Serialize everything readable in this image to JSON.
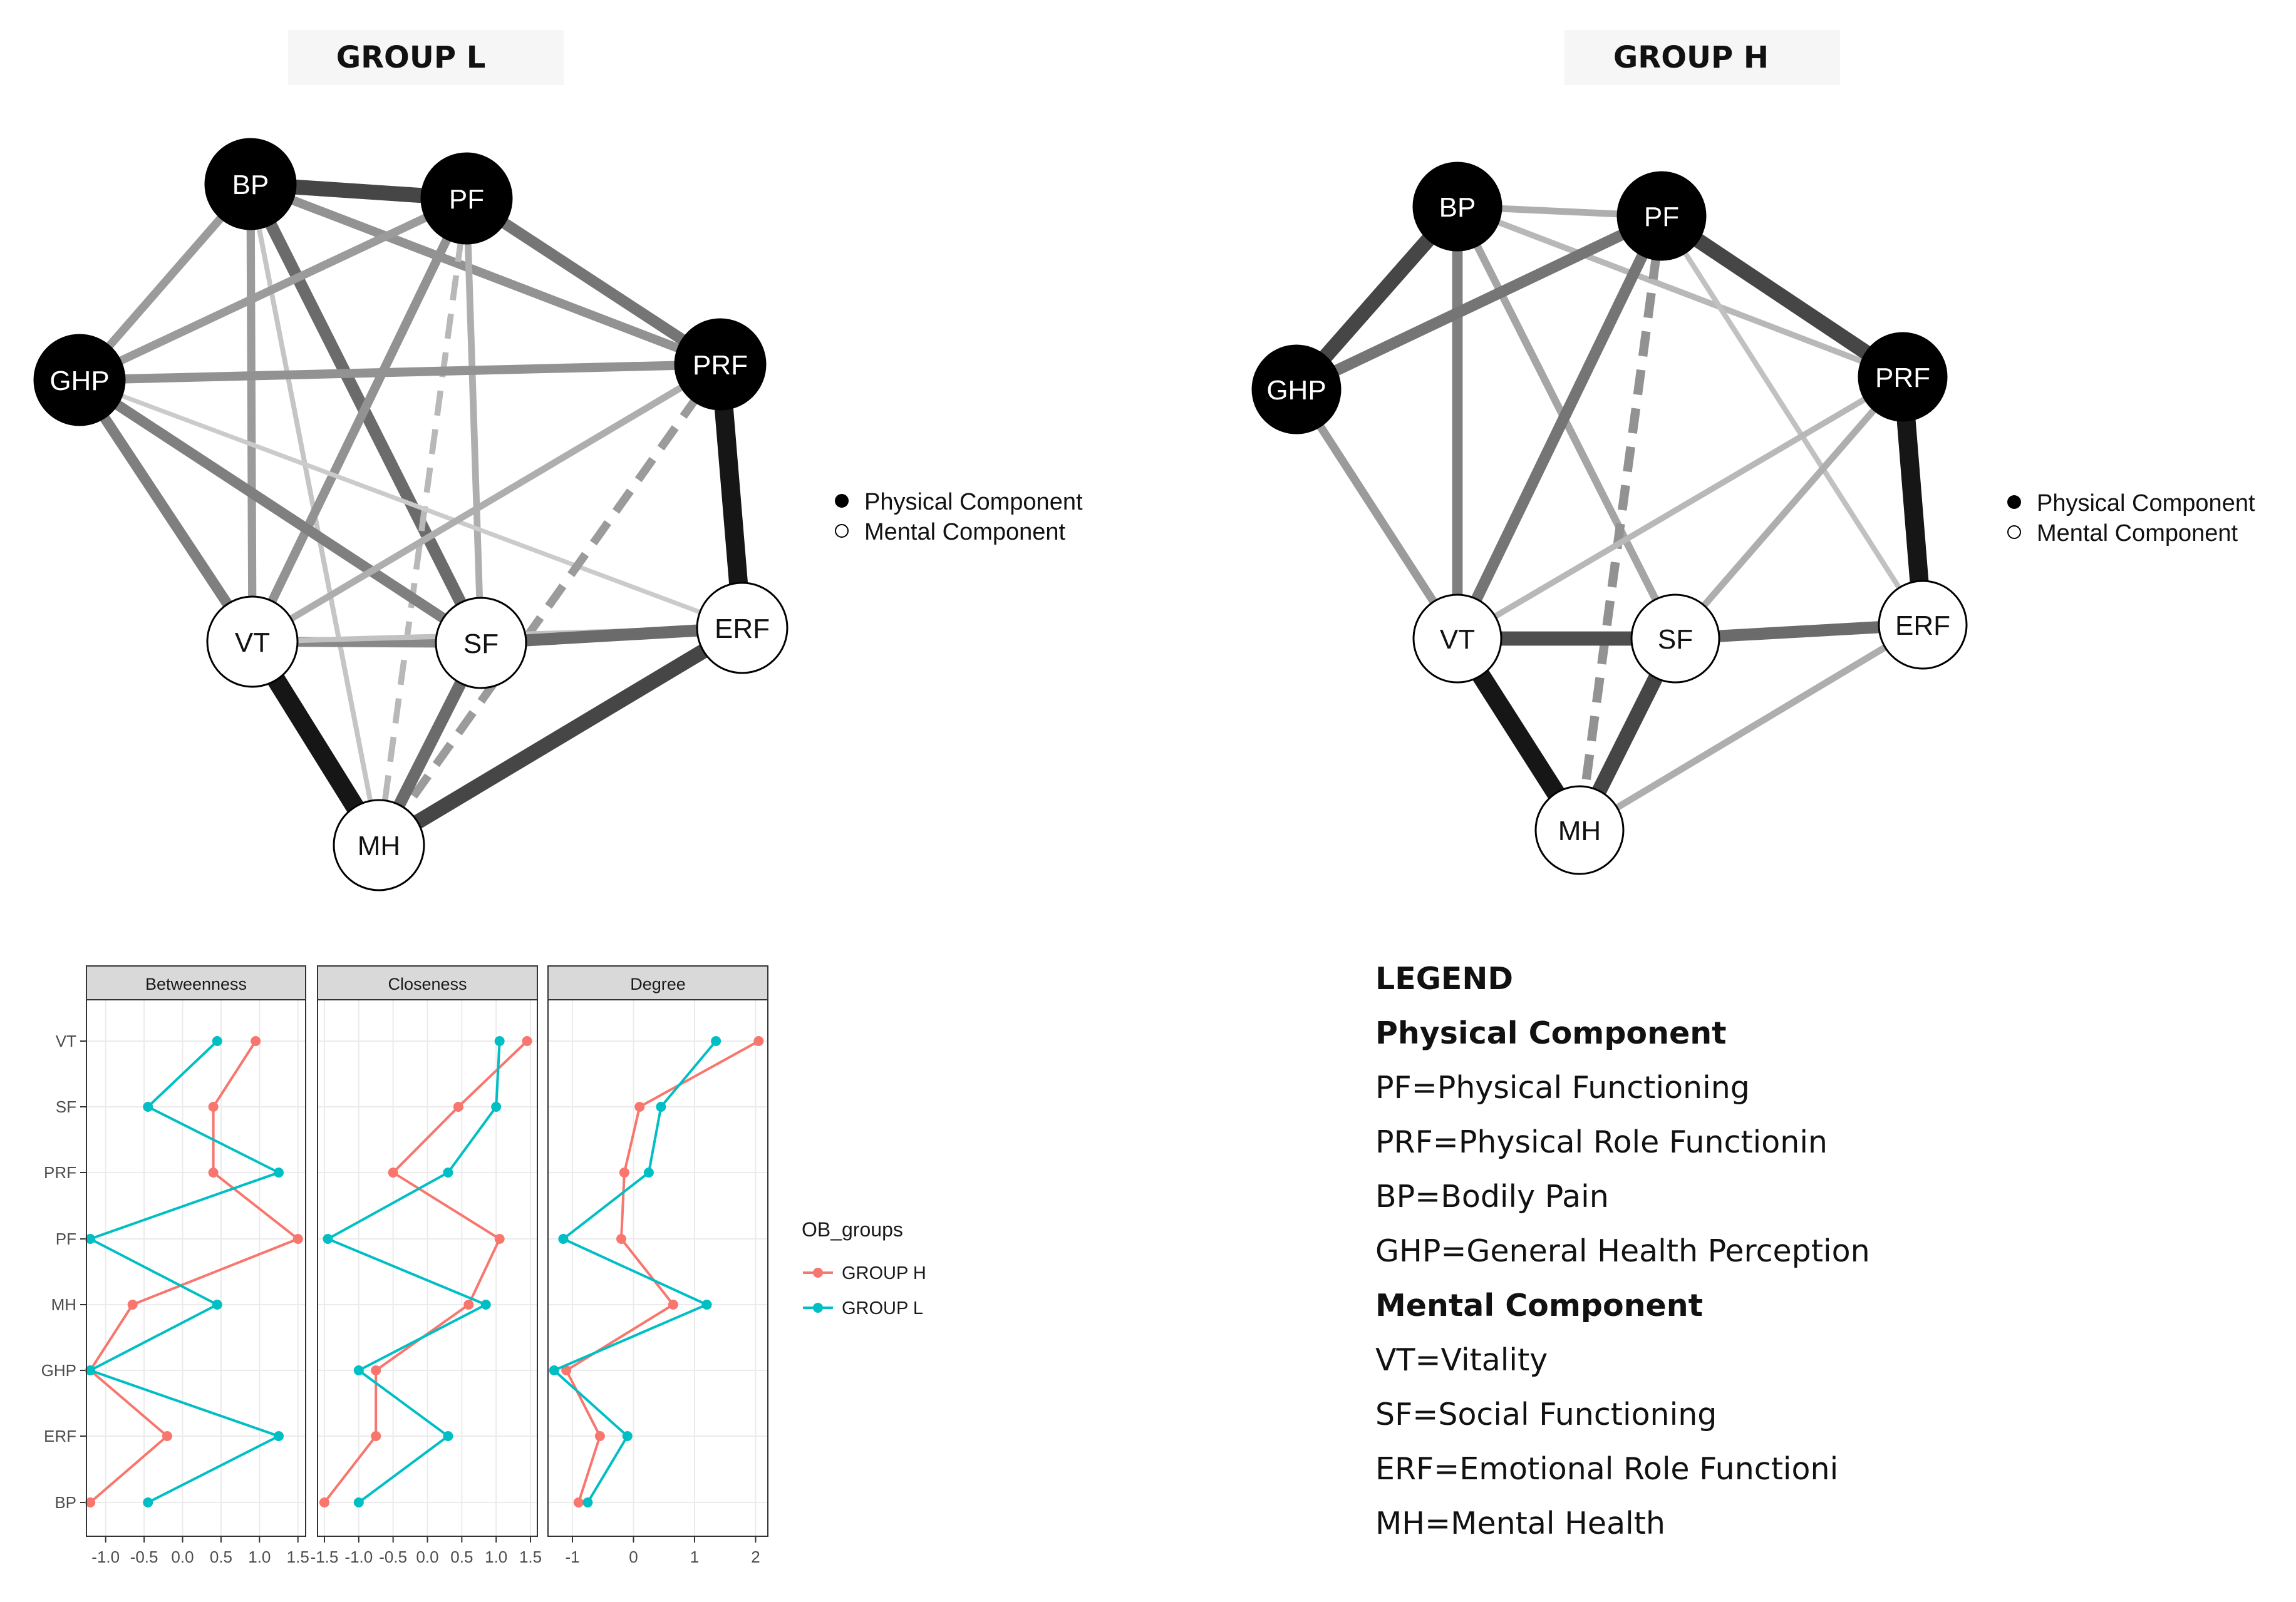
{
  "networks": [
    {
      "title": "GROUP L",
      "nodes": [
        {
          "id": "BP",
          "component": "Physical"
        },
        {
          "id": "PF",
          "component": "Physical"
        },
        {
          "id": "GHP",
          "component": "Physical"
        },
        {
          "id": "PRF",
          "component": "Physical"
        },
        {
          "id": "VT",
          "component": "Mental"
        },
        {
          "id": "SF",
          "component": "Mental"
        },
        {
          "id": "ERF",
          "component": "Mental"
        },
        {
          "id": "MH",
          "component": "Mental"
        }
      ],
      "edges": [
        {
          "from": "BP",
          "to": "PF",
          "strength": 0.75,
          "dashed": false
        },
        {
          "from": "BP",
          "to": "GHP",
          "strength": 0.3,
          "dashed": false
        },
        {
          "from": "BP",
          "to": "PRF",
          "strength": 0.35,
          "dashed": false
        },
        {
          "from": "BP",
          "to": "VT",
          "strength": 0.3,
          "dashed": false
        },
        {
          "from": "BP",
          "to": "SF",
          "strength": 0.55,
          "dashed": false
        },
        {
          "from": "BP",
          "to": "MH",
          "strength": 0.08,
          "dashed": false
        },
        {
          "from": "PF",
          "to": "GHP",
          "strength": 0.3,
          "dashed": false
        },
        {
          "from": "PF",
          "to": "PRF",
          "strength": 0.5,
          "dashed": false
        },
        {
          "from": "PF",
          "to": "VT",
          "strength": 0.35,
          "dashed": false
        },
        {
          "from": "PF",
          "to": "SF",
          "strength": 0.2,
          "dashed": false
        },
        {
          "from": "PF",
          "to": "MH",
          "strength": 0.15,
          "dashed": true
        },
        {
          "from": "GHP",
          "to": "PRF",
          "strength": 0.35,
          "dashed": false
        },
        {
          "from": "GHP",
          "to": "VT",
          "strength": 0.45,
          "dashed": false
        },
        {
          "from": "GHP",
          "to": "SF",
          "strength": 0.45,
          "dashed": false
        },
        {
          "from": "GHP",
          "to": "ERF",
          "strength": 0.05,
          "dashed": false
        },
        {
          "from": "PRF",
          "to": "VT",
          "strength": 0.2,
          "dashed": false
        },
        {
          "from": "PRF",
          "to": "ERF",
          "strength": 1.0,
          "dashed": false
        },
        {
          "from": "PRF",
          "to": "MH",
          "strength": 0.3,
          "dashed": true
        },
        {
          "from": "VT",
          "to": "SF",
          "strength": 0.4,
          "dashed": false
        },
        {
          "from": "VT",
          "to": "MH",
          "strength": 1.0,
          "dashed": false
        },
        {
          "from": "VT",
          "to": "ERF",
          "strength": 0.1,
          "dashed": false
        },
        {
          "from": "SF",
          "to": "ERF",
          "strength": 0.55,
          "dashed": false
        },
        {
          "from": "SF",
          "to": "MH",
          "strength": 0.55,
          "dashed": false
        },
        {
          "from": "ERF",
          "to": "MH",
          "strength": 0.75,
          "dashed": false
        }
      ]
    },
    {
      "title": "GROUP H",
      "nodes": [
        {
          "id": "BP",
          "component": "Physical"
        },
        {
          "id": "PF",
          "component": "Physical"
        },
        {
          "id": "GHP",
          "component": "Physical"
        },
        {
          "id": "PRF",
          "component": "Physical"
        },
        {
          "id": "VT",
          "component": "Mental"
        },
        {
          "id": "SF",
          "component": "Mental"
        },
        {
          "id": "ERF",
          "component": "Mental"
        },
        {
          "id": "MH",
          "component": "Mental"
        }
      ],
      "edges": [
        {
          "from": "BP",
          "to": "PF",
          "strength": 0.2,
          "dashed": false
        },
        {
          "from": "BP",
          "to": "GHP",
          "strength": 0.75,
          "dashed": false
        },
        {
          "from": "BP",
          "to": "VT",
          "strength": 0.45,
          "dashed": false
        },
        {
          "from": "BP",
          "to": "SF",
          "strength": 0.25,
          "dashed": false
        },
        {
          "from": "BP",
          "to": "PRF",
          "strength": 0.15,
          "dashed": false
        },
        {
          "from": "PF",
          "to": "GHP",
          "strength": 0.5,
          "dashed": false
        },
        {
          "from": "PF",
          "to": "PRF",
          "strength": 0.75,
          "dashed": false
        },
        {
          "from": "PF",
          "to": "VT",
          "strength": 0.5,
          "dashed": false
        },
        {
          "from": "PF",
          "to": "MH",
          "strength": 0.35,
          "dashed": true
        },
        {
          "from": "PF",
          "to": "ERF",
          "strength": 0.1,
          "dashed": false
        },
        {
          "from": "GHP",
          "to": "VT",
          "strength": 0.3,
          "dashed": false
        },
        {
          "from": "PRF",
          "to": "ERF",
          "strength": 1.0,
          "dashed": false
        },
        {
          "from": "PRF",
          "to": "VT",
          "strength": 0.15,
          "dashed": false
        },
        {
          "from": "PRF",
          "to": "SF",
          "strength": 0.2,
          "dashed": false
        },
        {
          "from": "VT",
          "to": "SF",
          "strength": 0.7,
          "dashed": false
        },
        {
          "from": "VT",
          "to": "MH",
          "strength": 1.0,
          "dashed": false
        },
        {
          "from": "SF",
          "to": "ERF",
          "strength": 0.55,
          "dashed": false
        },
        {
          "from": "SF",
          "to": "MH",
          "strength": 0.75,
          "dashed": false
        },
        {
          "from": "ERF",
          "to": "MH",
          "strength": 0.2,
          "dashed": false
        }
      ]
    }
  ],
  "network_legend": {
    "physical_label": "Physical Component",
    "mental_label": "Mental Component"
  },
  "chart_data": {
    "type": "line",
    "facets": [
      "Betweenness",
      "Closeness",
      "Degree"
    ],
    "categories": [
      "VT",
      "SF",
      "PRF",
      "PF",
      "MH",
      "GHP",
      "ERF",
      "BP"
    ],
    "legend_title": "OB_groups",
    "series": [
      {
        "name": "GROUP H",
        "color": "#F8766D",
        "values": {
          "Betweenness": [
            0.95,
            0.4,
            0.4,
            1.5,
            -0.65,
            -1.2,
            -0.2,
            -1.2
          ],
          "Closeness": [
            1.45,
            0.45,
            -0.5,
            1.05,
            0.6,
            -0.75,
            -0.75,
            -1.5
          ],
          "Degree": [
            2.05,
            0.1,
            -0.15,
            -0.2,
            0.65,
            -1.1,
            -0.55,
            -0.9
          ]
        }
      },
      {
        "name": "GROUP L",
        "color": "#00BFC4",
        "values": {
          "Betweenness": [
            0.45,
            -0.45,
            1.25,
            -1.2,
            0.45,
            -1.2,
            1.25,
            -0.45
          ],
          "Closeness": [
            1.05,
            1.0,
            0.3,
            -1.45,
            0.85,
            -1.0,
            0.3,
            -1.0
          ],
          "Degree": [
            1.35,
            0.45,
            0.25,
            -1.15,
            1.2,
            -1.3,
            -0.1,
            -0.75
          ]
        }
      }
    ],
    "axes": {
      "Betweenness": {
        "xlim": [
          -1.25,
          1.6
        ],
        "ticks": [
          "-1.0",
          "-0.5",
          "0.0",
          "0.5",
          "1.0",
          "1.5"
        ]
      },
      "Closeness": {
        "xlim": [
          -1.6,
          1.6
        ],
        "ticks": [
          "-1.5",
          "-1.0",
          "-0.5",
          "0.0",
          "0.5",
          "1.0",
          "1.5"
        ]
      },
      "Degree": {
        "xlim": [
          -1.4,
          2.2
        ],
        "ticks": [
          "-1",
          "0",
          "1",
          "2"
        ]
      }
    },
    "grid": true,
    "legend_position": "right"
  },
  "legend_panel": {
    "lines": [
      {
        "text": "LEGEND",
        "bold": true
      },
      {
        "text": "Physical Component",
        "bold": true
      },
      {
        "text": "PF=Physical Functioning",
        "bold": false
      },
      {
        "text": "PRF=Physical Role Functionin",
        "bold": false
      },
      {
        "text": "BP=Bodily Pain",
        "bold": false
      },
      {
        "text": "GHP=General Health Perception",
        "bold": false
      },
      {
        "text": "Mental Component",
        "bold": true
      },
      {
        "text": "VT=Vitality",
        "bold": false
      },
      {
        "text": "SF=Social Functioning",
        "bold": false
      },
      {
        "text": "ERF=Emotional Role Functioni",
        "bold": false
      },
      {
        "text": "MH=Mental Health",
        "bold": false
      }
    ]
  }
}
